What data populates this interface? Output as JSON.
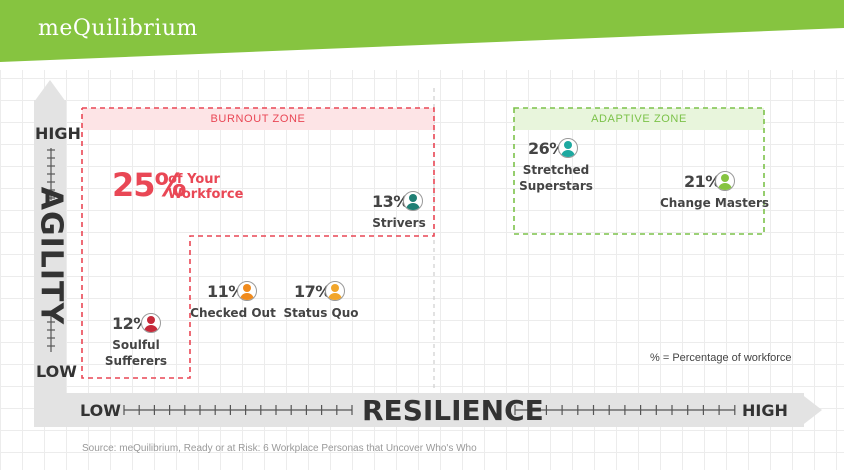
{
  "brand": {
    "logo_text": "meQuilibrium"
  },
  "axes": {
    "y_label": "AGILITY",
    "y_high": "HIGH",
    "y_low": "LOW",
    "x_label": "RESILIENCE",
    "x_low": "LOW",
    "x_high": "HIGH"
  },
  "zones": {
    "burnout": {
      "label": "BURNOUT ZONE"
    },
    "adaptive": {
      "label": "ADAPTIVE ZONE"
    }
  },
  "headline": {
    "percent": "25%",
    "line1": "of Your",
    "line2": "Workforce"
  },
  "personas": [
    {
      "percent": "12%",
      "name_line1": "Soulful",
      "name_line2": "Sufferers",
      "color": "#c62a3a"
    },
    {
      "percent": "11%",
      "name_line1": "Checked Out",
      "name_line2": "",
      "color": "#f08a1c"
    },
    {
      "percent": "17%",
      "name_line1": "Status Quo",
      "name_line2": "",
      "color": "#f2a62a"
    },
    {
      "percent": "13%",
      "name_line1": "Strivers",
      "name_line2": "",
      "color": "#1f7f74"
    },
    {
      "percent": "26%",
      "name_line1": "Stretched",
      "name_line2": "Superstars",
      "color": "#1da9a0"
    },
    {
      "percent": "21%",
      "name_line1": "Change Masters",
      "name_line2": "",
      "color": "#86c440"
    }
  ],
  "legend_note": "% = Percentage of workforce",
  "source": "Source: meQuilibrium, Ready or at Risk: 6 Workplace Personas that Uncover Who's Who",
  "colors": {
    "brand_green": "#86c440",
    "burnout_red": "#e94755",
    "adaptive_green": "#7cc24a",
    "axis_gray": "#e3e3e3"
  }
}
